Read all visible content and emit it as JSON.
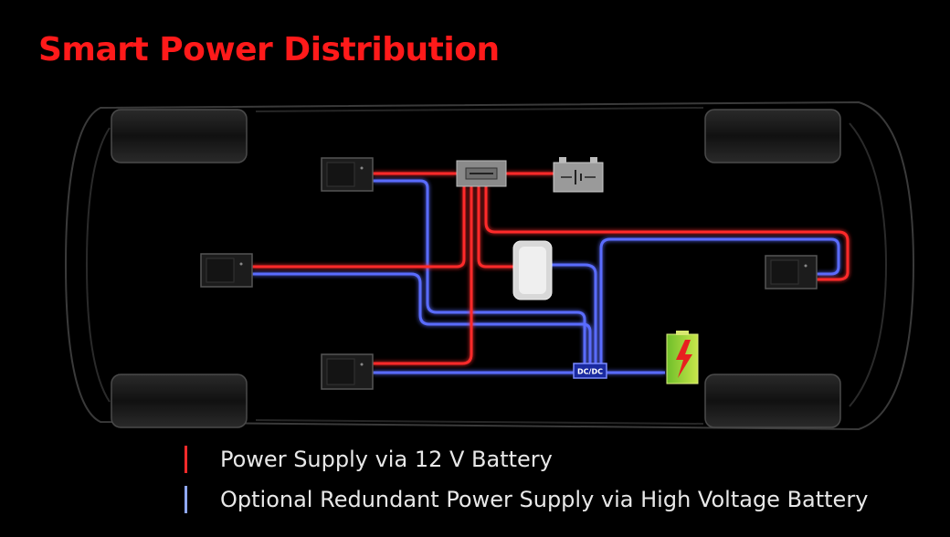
{
  "title": "Smart Power Distribution",
  "colors": {
    "red_line": "#ff2a2a",
    "blue_line": "#5a6cff",
    "title": "#ff1a1a"
  },
  "dcdc_label": "DC/DC",
  "legend": [
    {
      "label": "Power Supply via 12 V Battery",
      "color": "#ff2a2a"
    },
    {
      "label": "Optional Redundant Power Supply via High Voltage Battery",
      "color": "#8fa8ff"
    }
  ],
  "icons": [
    "fuse-box-icon",
    "12v-battery-icon",
    "high-voltage-battery-icon",
    "control-unit-icon"
  ]
}
